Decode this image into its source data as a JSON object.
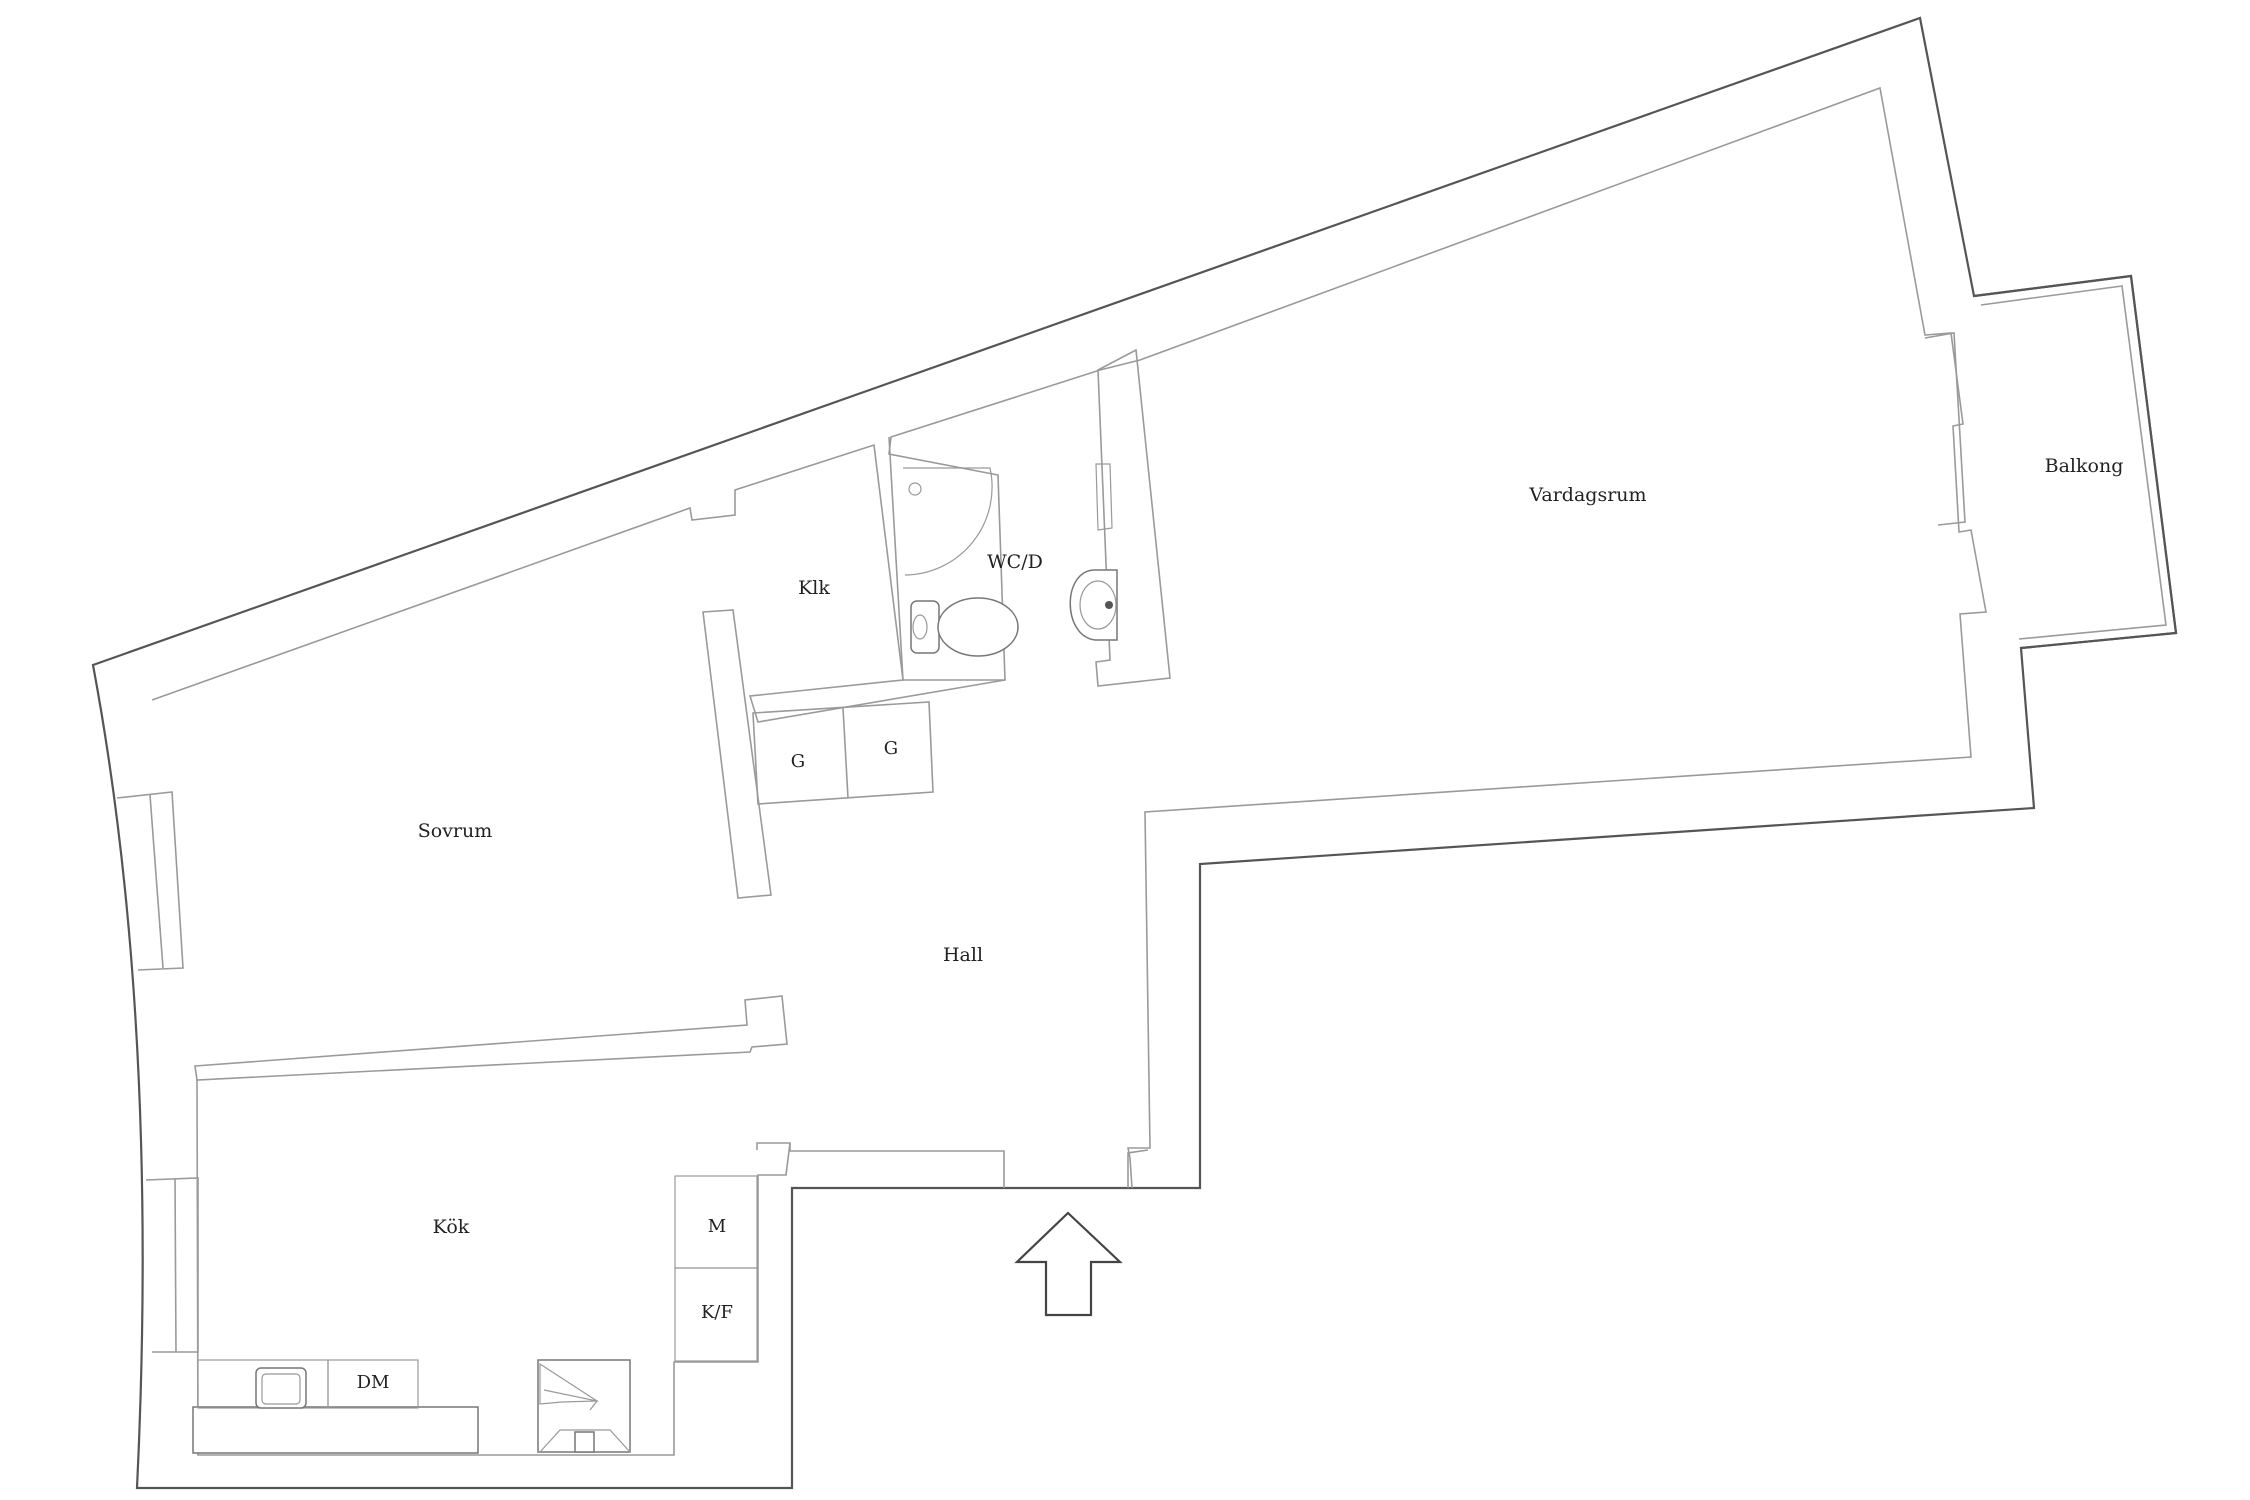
{
  "rooms": {
    "vardagsrum": "Vardagsrum",
    "balkong": "Balkong",
    "sovrum": "Sovrum",
    "klk": "Klk",
    "wcd": "WC/D",
    "hall": "Hall",
    "kok": "Kök"
  },
  "fixtures": {
    "garderob_1": "G",
    "garderob_2": "G",
    "mikro": "M",
    "kyl_frys": "K/F",
    "diskmaskin": "DM"
  },
  "icons": {
    "entrance": "entrance-arrow-icon",
    "toilet": "toilet-icon",
    "washbasin": "washbasin-icon",
    "shower": "shower-icon",
    "sink": "kitchen-sink-icon",
    "stove": "stove-icon"
  },
  "colors": {
    "outer_wall": "#555555",
    "inner_wall": "#9a9a9a",
    "text": "#222222"
  }
}
